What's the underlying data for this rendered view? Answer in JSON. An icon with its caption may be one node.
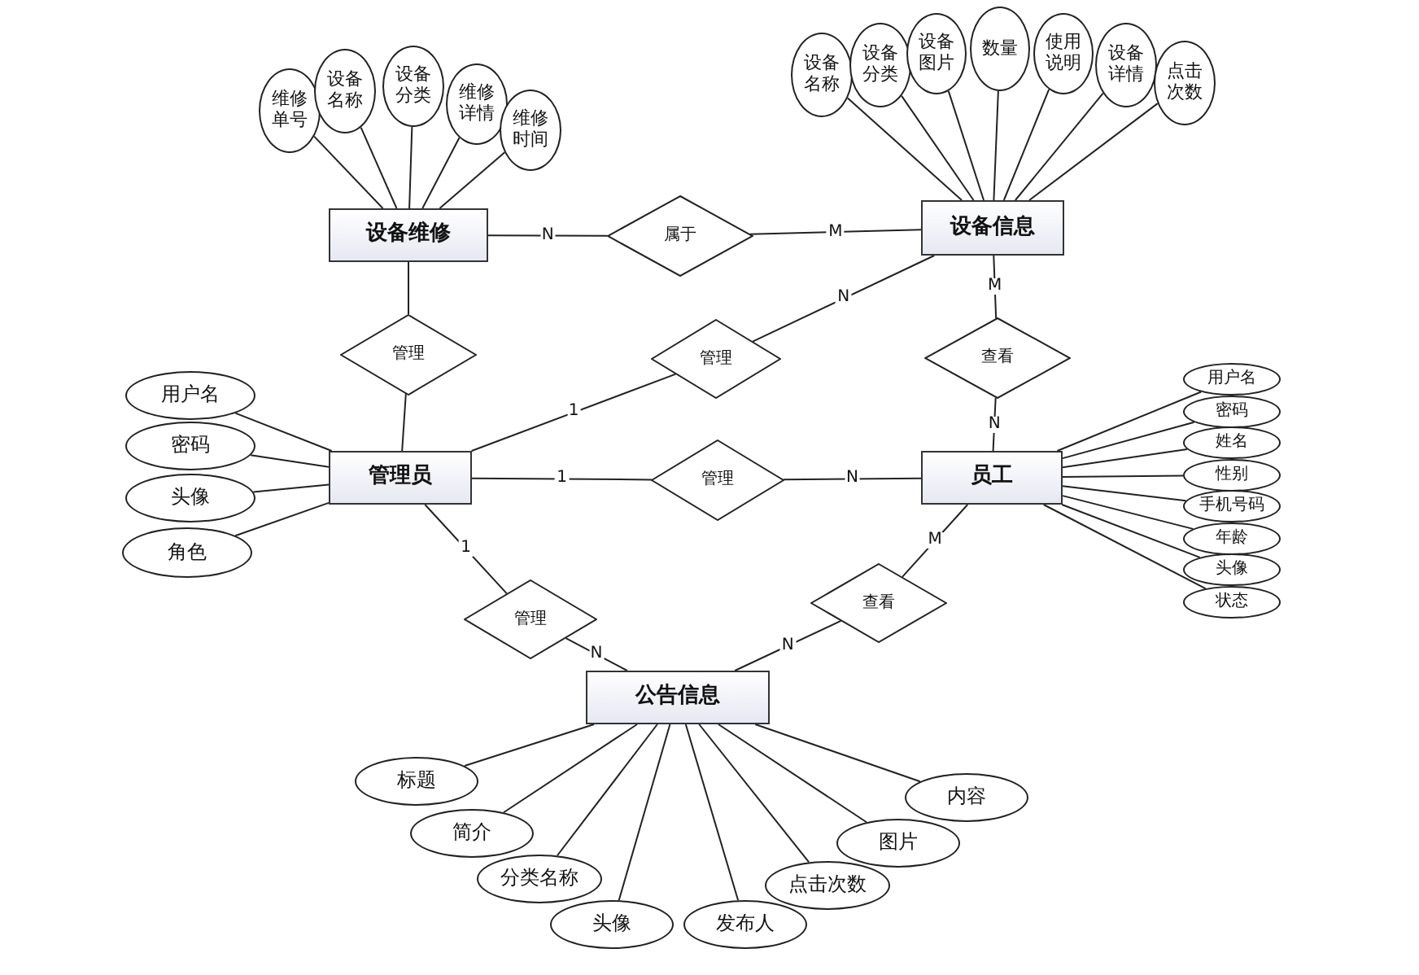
{
  "diagram": {
    "nodes": [
      {
        "text": [
          "设备维修"
        ]
      },
      {
        "text": [
          "设备信息"
        ]
      },
      {
        "text": [
          "管理员"
        ]
      },
      {
        "text": [
          "员工"
        ]
      },
      {
        "text": [
          "公告信息"
        ]
      },
      {
        "text": [
          "属于"
        ]
      },
      {
        "text": [
          "管理"
        ]
      },
      {
        "text": [
          "管理"
        ]
      },
      {
        "text": [
          "查看"
        ]
      },
      {
        "text": [
          "管理"
        ]
      },
      {
        "text": [
          "管理"
        ]
      },
      {
        "text": [
          "查看"
        ]
      },
      {
        "text": [
          "维修单号"
        ]
      },
      {
        "text": [
          "设备名称"
        ]
      },
      {
        "text": [
          "设备分类"
        ]
      },
      {
        "text": [
          "维修详情"
        ]
      },
      {
        "text": [
          "维修时间"
        ]
      },
      {
        "text": [
          "设备名称"
        ]
      },
      {
        "text": [
          "设备分类"
        ]
      },
      {
        "text": [
          "设备图片"
        ]
      },
      {
        "text": [
          "数量"
        ]
      },
      {
        "text": [
          "使用说明"
        ]
      },
      {
        "text": [
          "设备详情"
        ]
      },
      {
        "text": [
          "点击次数"
        ]
      },
      {
        "text": [
          "用户名"
        ]
      },
      {
        "text": [
          "密码"
        ]
      },
      {
        "text": [
          "头像"
        ]
      },
      {
        "text": [
          "角色"
        ]
      },
      {
        "text": [
          "用户名"
        ]
      },
      {
        "text": [
          "密码"
        ]
      },
      {
        "text": [
          "姓名"
        ]
      },
      {
        "text": [
          "性别"
        ]
      },
      {
        "text": [
          "手机号码"
        ]
      },
      {
        "text": [
          "年龄"
        ]
      },
      {
        "text": [
          "头像"
        ]
      },
      {
        "text": [
          "状态"
        ]
      },
      {
        "text": [
          "标题"
        ]
      },
      {
        "text": [
          "简介"
        ]
      },
      {
        "text": [
          "分类名称"
        ]
      },
      {
        "text": [
          "头像"
        ]
      },
      {
        "text": [
          "发布人"
        ]
      },
      {
        "text": [
          "点击次数"
        ]
      },
      {
        "text": [
          "图片"
        ]
      },
      {
        "text": [
          "内容"
        ]
      }
    ],
    "edges": [
      {
        "from": 0,
        "to": 5,
        "arrow": "none",
        "label": "N"
      },
      {
        "from": 5,
        "to": 1,
        "arrow": "none",
        "label": "M"
      },
      {
        "from": 0,
        "to": 6,
        "arrow": "none"
      },
      {
        "from": 6,
        "to": 2,
        "arrow": "none"
      },
      {
        "from": 2,
        "to": 7,
        "arrow": "none",
        "label": "1"
      },
      {
        "from": 7,
        "to": 1,
        "arrow": "none",
        "label": "N"
      },
      {
        "from": 1,
        "to": 8,
        "arrow": "none",
        "label": "M"
      },
      {
        "from": 8,
        "to": 3,
        "arrow": "none",
        "label": "N"
      },
      {
        "from": 2,
        "to": 9,
        "arrow": "none",
        "label": "1"
      },
      {
        "from": 9,
        "to": 3,
        "arrow": "none",
        "label": "N"
      },
      {
        "from": 2,
        "to": 10,
        "arrow": "none",
        "label": "1"
      },
      {
        "from": 10,
        "to": 4,
        "arrow": "none",
        "label": "N"
      },
      {
        "from": 3,
        "to": 11,
        "arrow": "none",
        "label": "M"
      },
      {
        "from": 11,
        "to": 4,
        "arrow": "none",
        "label": "N"
      },
      {
        "from": 0,
        "to": 12,
        "arrow": "none"
      },
      {
        "from": 0,
        "to": 13,
        "arrow": "none"
      },
      {
        "from": 0,
        "to": 14,
        "arrow": "none"
      },
      {
        "from": 0,
        "to": 15,
        "arrow": "none"
      },
      {
        "from": 0,
        "to": 16,
        "arrow": "none"
      },
      {
        "from": 1,
        "to": 17,
        "arrow": "none"
      },
      {
        "from": 1,
        "to": 18,
        "arrow": "none"
      },
      {
        "from": 1,
        "to": 19,
        "arrow": "none"
      },
      {
        "from": 1,
        "to": 20,
        "arrow": "none"
      },
      {
        "from": 1,
        "to": 21,
        "arrow": "none"
      },
      {
        "from": 1,
        "to": 22,
        "arrow": "none"
      },
      {
        "from": 1,
        "to": 23,
        "arrow": "none"
      },
      {
        "from": 2,
        "to": 24,
        "arrow": "none"
      },
      {
        "from": 2,
        "to": 25,
        "arrow": "none"
      },
      {
        "from": 2,
        "to": 26,
        "arrow": "none"
      },
      {
        "from": 2,
        "to": 27,
        "arrow": "none"
      },
      {
        "from": 3,
        "to": 28,
        "arrow": "none"
      },
      {
        "from": 3,
        "to": 29,
        "arrow": "none"
      },
      {
        "from": 3,
        "to": 30,
        "arrow": "none"
      },
      {
        "from": 3,
        "to": 31,
        "arrow": "none"
      },
      {
        "from": 3,
        "to": 32,
        "arrow": "none"
      },
      {
        "from": 3,
        "to": 33,
        "arrow": "none"
      },
      {
        "from": 3,
        "to": 34,
        "arrow": "none"
      },
      {
        "from": 3,
        "to": 35,
        "arrow": "none"
      },
      {
        "from": 4,
        "to": 36,
        "arrow": "none"
      },
      {
        "from": 4,
        "to": 37,
        "arrow": "none"
      },
      {
        "from": 4,
        "to": 38,
        "arrow": "none"
      },
      {
        "from": 4,
        "to": 39,
        "arrow": "none"
      },
      {
        "from": 4,
        "to": 40,
        "arrow": "none"
      },
      {
        "from": 4,
        "to": 41,
        "arrow": "none"
      },
      {
        "from": 4,
        "to": 42,
        "arrow": "none"
      },
      {
        "from": 4,
        "to": 43,
        "arrow": "none"
      }
    ]
  }
}
